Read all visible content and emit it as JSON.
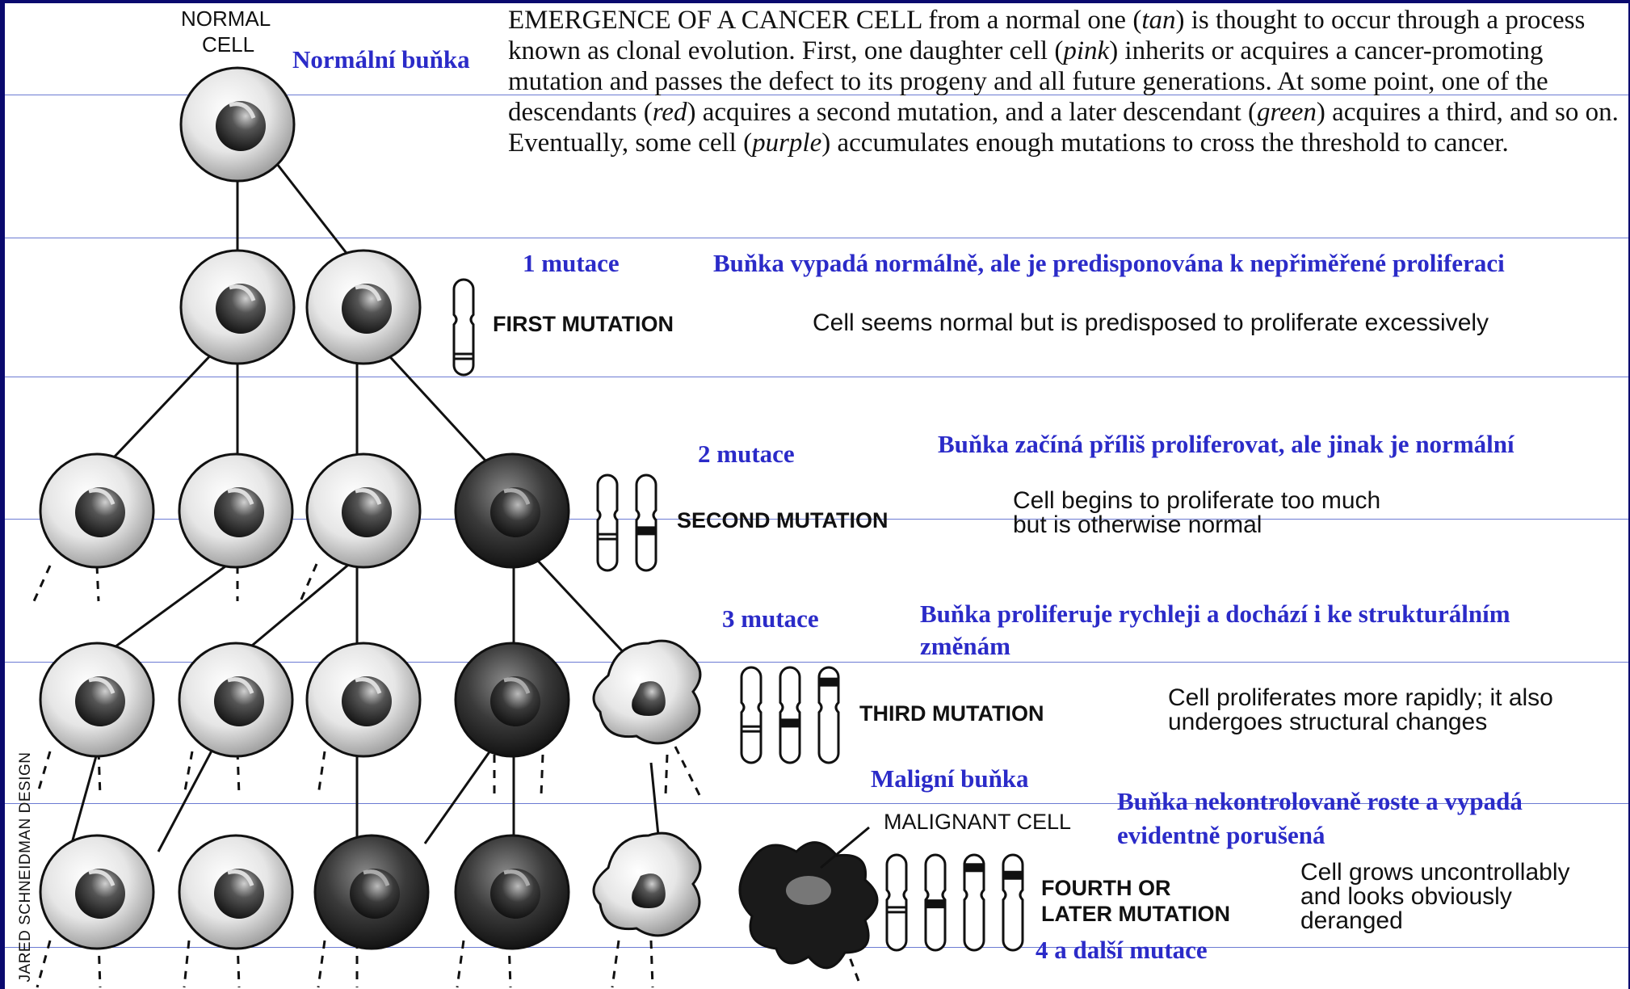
{
  "colors": {
    "frame": "#0a0a6e",
    "annotation": "#2b2bc8",
    "rule": "#3b4fc4"
  },
  "header": {
    "normal_cell_line1": "NORMAL",
    "normal_cell_line2": "CELL",
    "normal_cell_cz": "Normální buňka"
  },
  "caption": {
    "lead": "EMERGENCE OF A CANCER CELL",
    "p1": " from a normal one (",
    "c1": "tan",
    "p2": ") is thought to occur through a process known as clonal evolution. First, one daughter cell (",
    "c2": "pink",
    "p3": ") inherits or acquires a cancer-promoting mutation and passes the defect to its progeny and all future generations. At some point, one of the descendants (",
    "c3": "red",
    "p4": ") acquires a second mutation, and a later descendant (",
    "c4": "green",
    "p5": ") acquires a third, and so on. Eventually, some cell (",
    "c5": "purple",
    "p6": ") accumulates enough mutations to cross the threshold to cancer."
  },
  "stages": [
    {
      "cz_count": "1 mutace",
      "cz_desc": "Buňka vypadá normálně, ale je predisponována k nepřiměřené proliferaci",
      "heading": "FIRST MUTATION",
      "desc": "Cell seems normal but is predisposed to proliferate excessively"
    },
    {
      "cz_count": "2 mutace",
      "cz_desc": "Buňka začíná příliš proliferovat, ale jinak je normální",
      "heading": "SECOND MUTATION",
      "desc_line1": "Cell begins to proliferate too much",
      "desc_line2": "but is otherwise normal"
    },
    {
      "cz_count": "3 mutace",
      "cz_desc_line1": "Buňka proliferuje rychleji a dochází i ke strukturálním",
      "cz_desc_line2": "změnám",
      "heading": "THIRD MUTATION",
      "desc_line1": "Cell proliferates more rapidly; it also",
      "desc_line2": "undergoes structural changes"
    },
    {
      "cz_malignant": "Maligní buňka",
      "malignant_label": "MALIGNANT CELL",
      "cz_desc_line1": "Buňka nekontrolovaně roste a vypadá",
      "cz_desc_line2": "evidentně porušená",
      "heading_line1": "FOURTH OR",
      "heading_line2": "LATER MUTATION",
      "desc_line1": "Cell grows uncontrollably",
      "desc_line2": "and looks obviously",
      "desc_line3": "deranged",
      "cz_count": "4 a další mutace"
    }
  ],
  "credit": "JARED SCHNEIDMAN DESIGN"
}
